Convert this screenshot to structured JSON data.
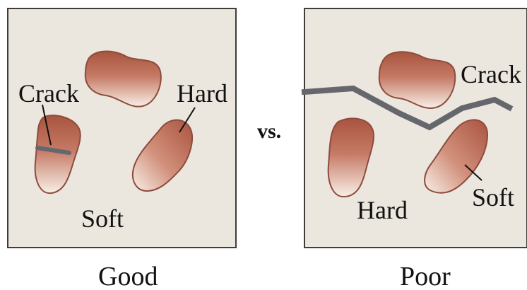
{
  "panels": {
    "left": {
      "title": "Good",
      "labels": {
        "crack": "Crack",
        "hard": "Hard",
        "soft": "Soft"
      }
    },
    "separator": "vs.",
    "right": {
      "title": "Poor",
      "labels": {
        "crack": "Crack",
        "hard": "Hard",
        "soft": "Soft"
      }
    }
  },
  "colors": {
    "panel_background": "#ebe7df",
    "panel_border": "#3e3d3a",
    "crack": "#66676d",
    "particle_dark": "#a9543f",
    "particle_light": "#f8efe7",
    "particle_outline": "#8e4b3d",
    "text": "#111111"
  }
}
